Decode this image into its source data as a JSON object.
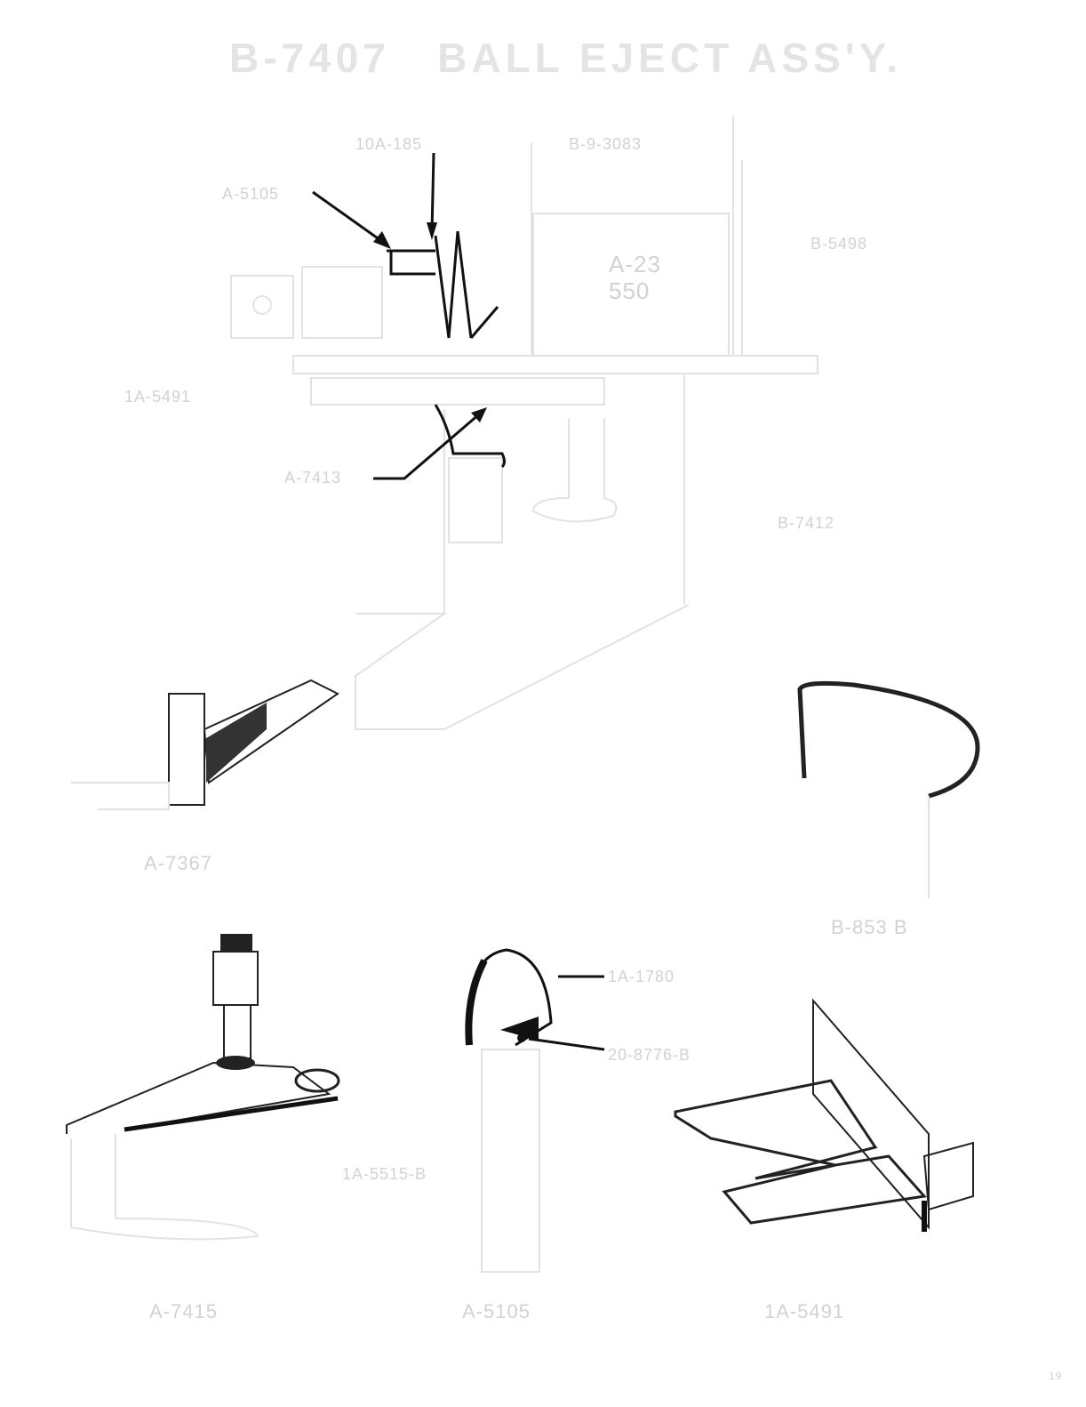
{
  "title": "B-7407   BALL EJECT ASS'Y.",
  "callouts": {
    "spring_top": "10A-185",
    "bracket_top": "B-9-3083",
    "a5105_top": "A-5105",
    "coil": "A-23\n550",
    "frame_right": "B-5498",
    "mount_left": "1A-5491",
    "kicker": "A-7413",
    "plate": "B-7412",
    "pivot": "1A-1780",
    "pin": "20-8776-B",
    "plunger": "1A-5515-B"
  },
  "parts": {
    "angle": "A-7367",
    "wire": "B-853 B",
    "arm": "A-7415",
    "plunger": "A-5105",
    "bracket": "1A-5491"
  },
  "page_number": "19"
}
